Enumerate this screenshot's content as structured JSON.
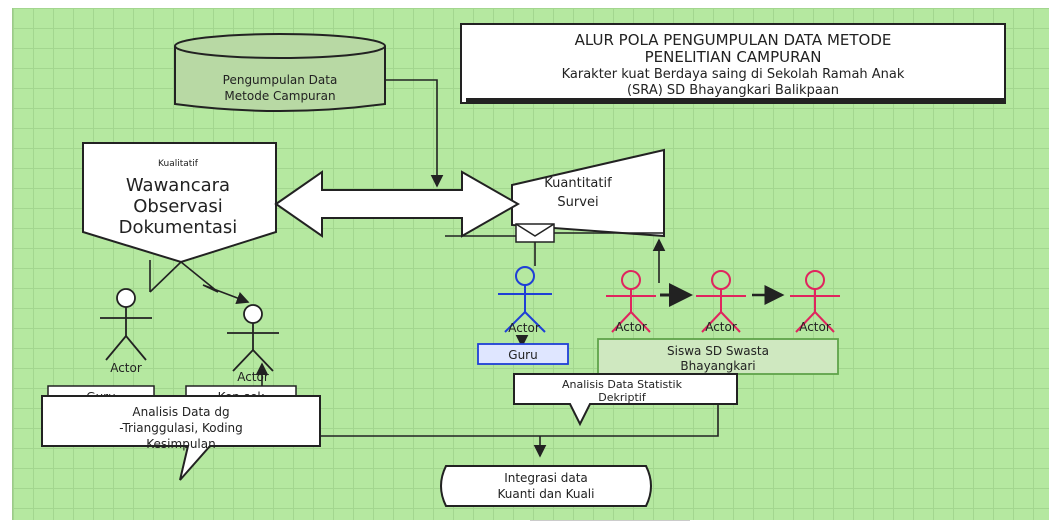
{
  "title": {
    "line1": "ALUR POLA PENGUMPULAN DATA METODE",
    "line2": "PENELITIAN CAMPURAN",
    "line3": "Karakter kuat Berdaya saing di Sekolah Ramah Anak",
    "line4": "(SRA) SD Bhayangkari Balikpaan"
  },
  "cylinder": {
    "line1": "Pengumpulan Data",
    "line2": "Metode Campuran"
  },
  "qualitative": {
    "small": "Kualitatif",
    "line1": "Wawancara",
    "line2": "Observasi",
    "line3": "Dokumentasi"
  },
  "quantitative": {
    "line1": "Kuantitatif",
    "line2": "Survei"
  },
  "actors": {
    "left1": "Actor",
    "left2": "Actor",
    "blue": "Actor",
    "pink1": "Actor",
    "pink2": "Actor",
    "pink3": "Actor"
  },
  "labels": {
    "guru_left": "Guru",
    "kepsek": "Kep sek",
    "guru_blue": "Guru",
    "siswa_line1": "Siswa SD Swasta",
    "siswa_line2": "Bhayangkari"
  },
  "analysis_left": {
    "line1": "Analisis Data dg",
    "line2": "-Trianggulasi, Koding",
    "line3": "Kesimpulan"
  },
  "analysis_right": {
    "line1": "Analisis Data Statistik",
    "line2": "Dekriptif"
  },
  "integration": {
    "line1": "Integrasi data",
    "line2": "Kuanti dan Kuali"
  },
  "colors": {
    "canvas": "#b5e8a0",
    "blue_actor": "#1f3fd6",
    "pink_actor": "#e0245e",
    "ink": "#222222"
  }
}
